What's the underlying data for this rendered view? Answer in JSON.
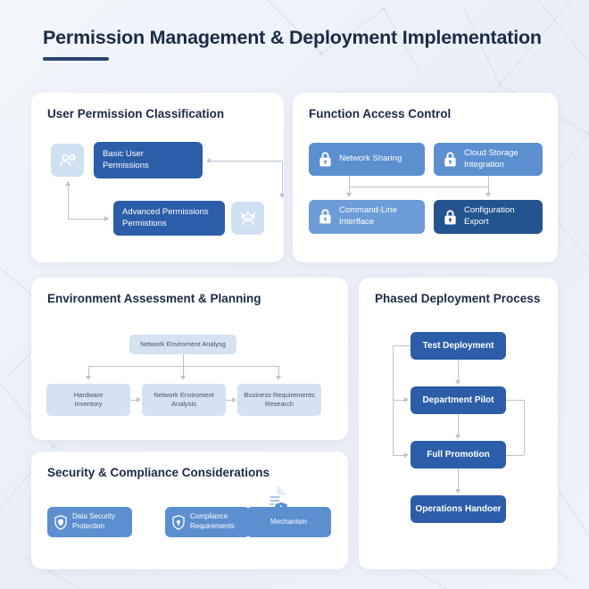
{
  "page": {
    "title": "Permission Management & Deployment Implementation",
    "accent_dark": "#28456f",
    "accent_blue": "#2c5da8",
    "accent_mid": "#5b8fd0",
    "accent_pale": "#d4e2f2",
    "background": "#eef2f8"
  },
  "cards": {
    "user_permission": {
      "title": "User Permission Classification",
      "nodes": [
        {
          "label": "Basic User Permissions",
          "line1": "Basic User",
          "line2": "Permissions",
          "color": "#2c5da8"
        },
        {
          "label": "Advanced Permissions Permistions",
          "line1": "Advanced Permissions",
          "line2": "Permistions",
          "color": "#2c5da8"
        }
      ],
      "icons": [
        {
          "name": "user-gear-icon",
          "label": "User with gear"
        },
        {
          "name": "crown-icon",
          "label": "Crown"
        }
      ]
    },
    "function_access": {
      "title": "Function Access Control",
      "nodes": [
        {
          "line1": "Network Sharing",
          "line2": "",
          "color": "#5b8fd0",
          "icon": "lock-icon"
        },
        {
          "line1": "Cloud Storage",
          "line2": "Integration",
          "color": "#5b8fd0",
          "icon": "lock-icon"
        },
        {
          "line1": "Command-Line",
          "line2": "Interflace",
          "color": "#6d9cd8",
          "icon": "lock-icon"
        },
        {
          "line1": "Configuration Export",
          "line2": "",
          "color": "#24548f",
          "icon": "lock-icon"
        }
      ]
    },
    "environment": {
      "title": "Environment Assessment & Planning",
      "root": "Network Enviroment Analysg",
      "nodes": [
        {
          "line1": "Hardware",
          "line2": "Inventory"
        },
        {
          "line1": "Network Enviroment",
          "line2": "Analysis"
        },
        {
          "line1": "Business Requirements",
          "line2": "Research"
        }
      ]
    },
    "phased_deployment": {
      "title": "Phased Deployment Process",
      "steps": [
        {
          "label": "Test Deployment"
        },
        {
          "label": "Department Pilot"
        },
        {
          "label": "Full Promotion"
        },
        {
          "label": "Operations Handoer"
        }
      ]
    },
    "security": {
      "title": "Security & Compliance Considerations",
      "items": [
        {
          "line1": "Data Security",
          "line2": "Protection",
          "box_icon": "shield-icon",
          "float_icon": "gear-icon"
        },
        {
          "line1": "Compliance",
          "line2": "Requirements",
          "box_icon": "shield-check-icon",
          "float_icon": "envelope-icon"
        },
        {
          "line1": "Mechanism",
          "line2": "",
          "box_icon": "",
          "float_icon": "document-shield-icon"
        }
      ]
    }
  }
}
